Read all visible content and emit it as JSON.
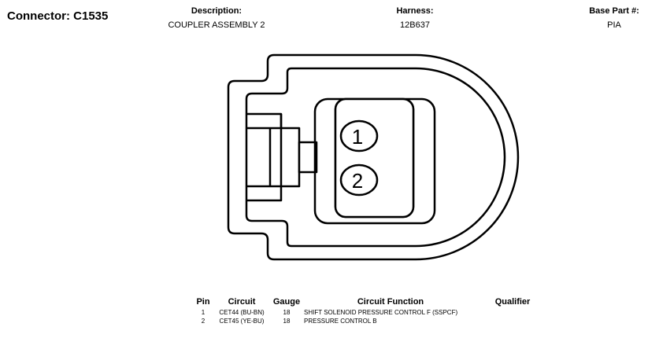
{
  "header": {
    "connector_title": "Connector: C1535",
    "description_label": "Description:",
    "description_value": "COUPLER ASSEMBLY 2",
    "harness_label": "Harness:",
    "harness_value": "12B637",
    "base_part_label": "Base Part #:",
    "base_part_value": "PIA"
  },
  "diagram": {
    "pin_labels": [
      "1",
      "2"
    ]
  },
  "pins_table": {
    "columns": [
      "Pin",
      "Circuit",
      "Gauge",
      "Circuit Function",
      "Qualifier"
    ],
    "rows": [
      {
        "pin": "1",
        "circuit": "CET44 (BU-BN)",
        "gauge": "18",
        "function": "SHIFT SOLENOID PRESSURE CONTROL F (SSPCF)",
        "qualifier": ""
      },
      {
        "pin": "2",
        "circuit": "CET45 (YE-BU)",
        "gauge": "18",
        "function": "PRESSURE CONTROL B",
        "qualifier": ""
      }
    ]
  }
}
